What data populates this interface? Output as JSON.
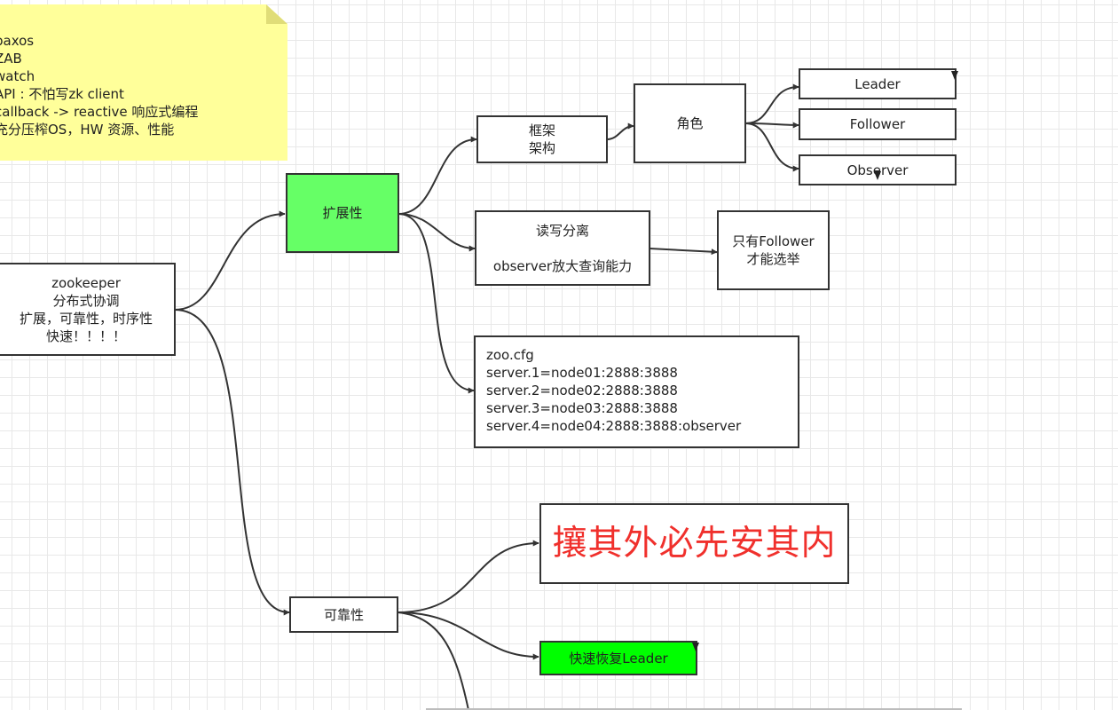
{
  "note": {
    "lines": [
      "paxos",
      "ZAB",
      "watch",
      "API  :   不怕写zk client",
      "callback   ->    reactive  响应式编程",
      "充分压榨OS，HW 资源、性能"
    ]
  },
  "nodes": {
    "zookeeper": {
      "lines": [
        "zookeeper",
        "分布式协调",
        "扩展，可靠性，时序性",
        "快速！！！！"
      ]
    },
    "scalability": {
      "label": "扩展性"
    },
    "framework": {
      "lines": [
        "框架",
        "架构"
      ]
    },
    "role": {
      "label": "角色"
    },
    "leader": {
      "label": "Leader"
    },
    "follower": {
      "label": "Follower"
    },
    "observer": {
      "label": "Observer"
    },
    "rw_split": {
      "lines": [
        "读写分离",
        "",
        "observer放大查询能力"
      ]
    },
    "only_follower": {
      "lines": [
        "只有Follower",
        "才能选举"
      ]
    },
    "zoo_cfg": {
      "lines": [
        "zoo.cfg",
        "server.1=node01:2888:3888",
        "server.2=node02:2888:3888",
        "server.3=node03:2888:3888",
        "server.4=node04:2888:3888:observer"
      ]
    },
    "reliability": {
      "label": "可靠性"
    },
    "slogan": {
      "label": "攘其外必先安其内"
    },
    "fast_recover": {
      "label": "快速恢复Leader"
    }
  },
  "colors": {
    "scalability_fill": "#66ff66",
    "fast_recover_fill": "#00ff00",
    "note_fill": "#ffff9a",
    "slogan_text": "#f0302c",
    "edge": "#333333"
  }
}
